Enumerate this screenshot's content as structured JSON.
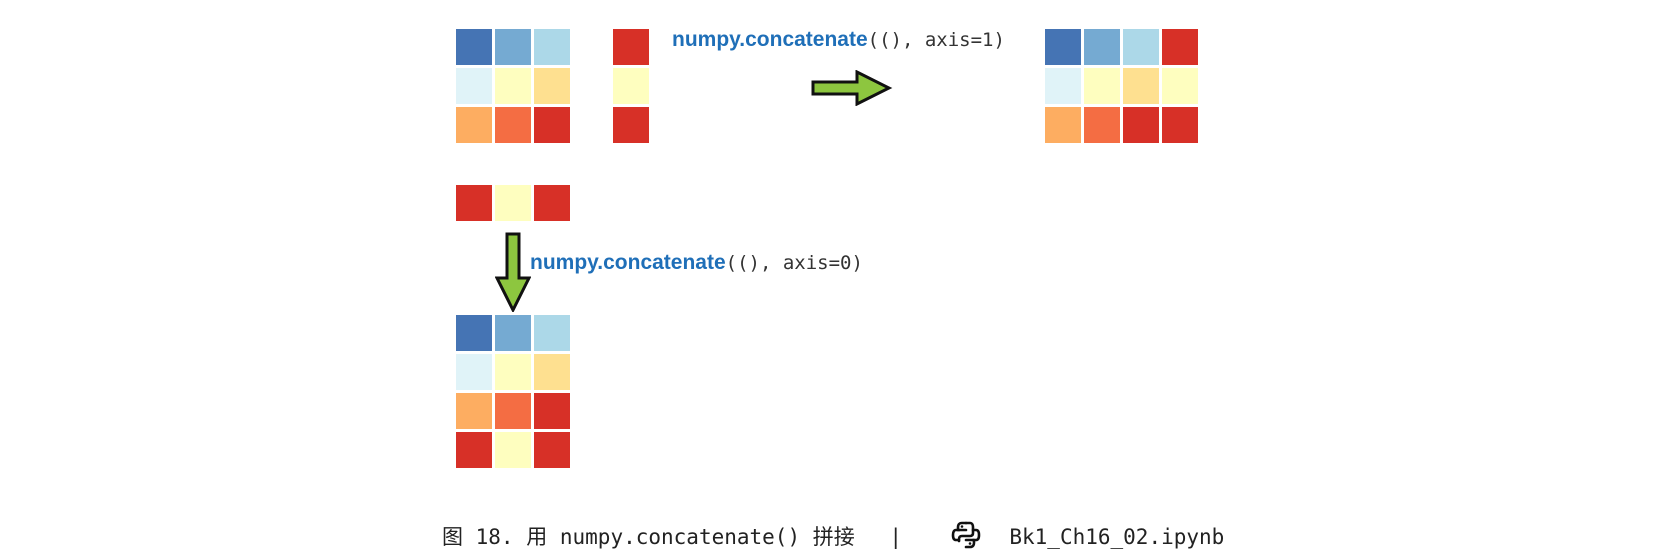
{
  "colors": {
    "c1": "#4574b4",
    "c2": "#75aad2",
    "c3": "#acd8e8",
    "c4": "#e0f3f8",
    "c5": "#fefebf",
    "c6": "#fee090",
    "c7": "#fdad61",
    "c8": "#f46d43",
    "c9": "#d73027",
    "arrow_fill": "#8dc63f",
    "arrow_stroke": "#111111",
    "function_text": "#1f6fb8"
  },
  "matrices": {
    "A": [
      [
        "c1",
        "c2",
        "c3"
      ],
      [
        "c4",
        "c5",
        "c6"
      ],
      [
        "c7",
        "c8",
        "c9"
      ]
    ],
    "col_vector": [
      [
        "c9"
      ],
      [
        "c5"
      ],
      [
        "c9"
      ]
    ],
    "result_axis1": [
      [
        "c1",
        "c2",
        "c3",
        "c9"
      ],
      [
        "c4",
        "c5",
        "c6",
        "c5"
      ],
      [
        "c7",
        "c8",
        "c9",
        "c9"
      ]
    ],
    "row_vector": [
      [
        "c9",
        "c5",
        "c9"
      ]
    ],
    "result_axis0": [
      [
        "c1",
        "c2",
        "c3"
      ],
      [
        "c4",
        "c5",
        "c6"
      ],
      [
        "c7",
        "c8",
        "c9"
      ],
      [
        "c9",
        "c5",
        "c9"
      ]
    ]
  },
  "labels": {
    "axis1_fn": "numpy.concatenate",
    "axis1_args": "((), axis=1)",
    "axis0_fn": "numpy.concatenate",
    "axis0_args": "((), axis=0)"
  },
  "caption": {
    "prefix": "图 18. 用",
    "code": "numpy.concatenate()",
    "suffix": "拼接",
    "separator": "|",
    "icon": "python-logo-icon",
    "filename": "Bk1_Ch16_02.ipynb"
  }
}
